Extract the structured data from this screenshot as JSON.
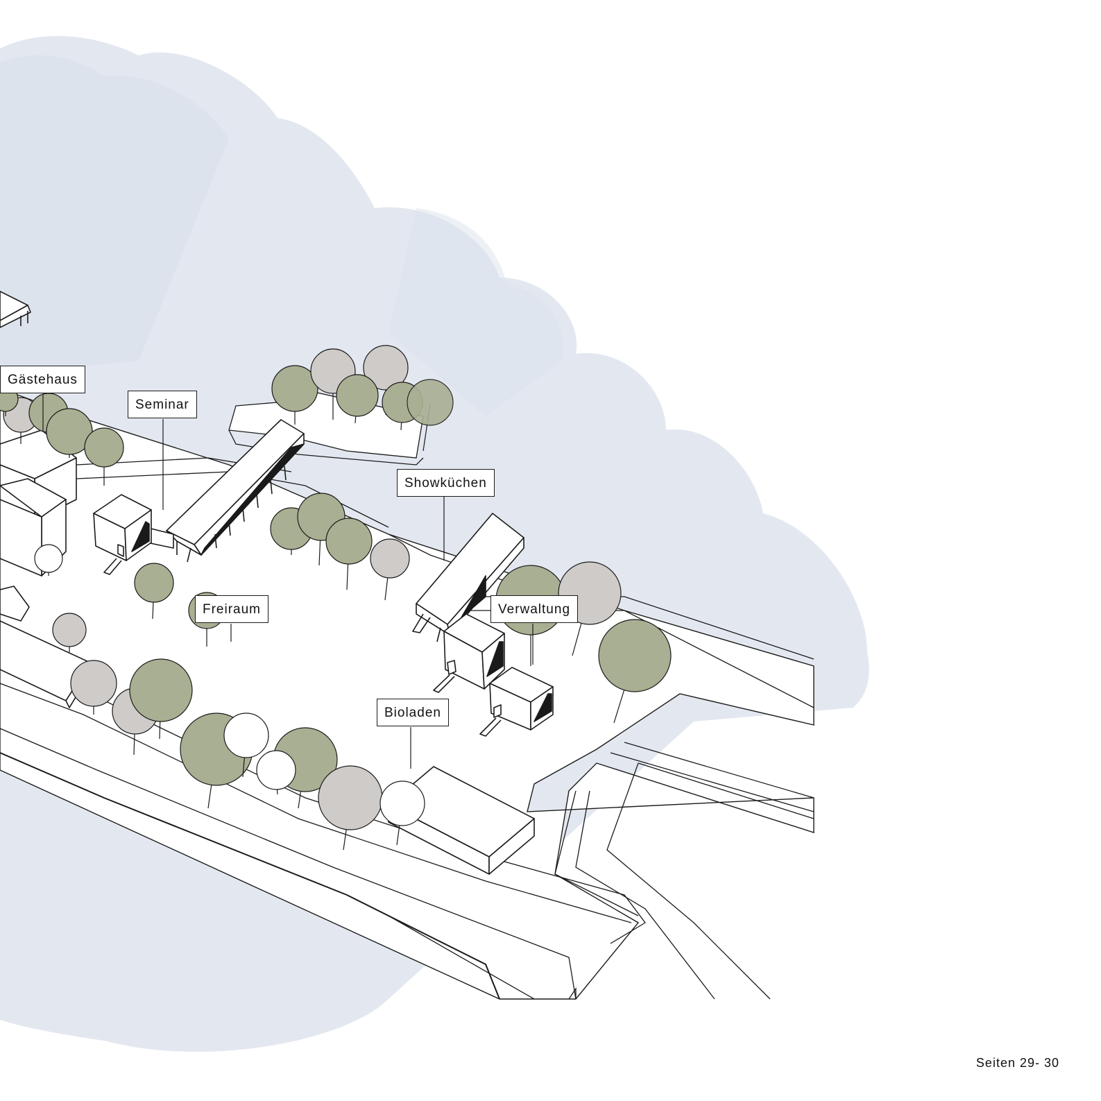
{
  "labels": {
    "gaestehaus": "Gästehaus",
    "seminar": "Seminar",
    "showkuechen": "Showküchen",
    "freiraum": "Freiraum",
    "verwaltung": "Verwaltung",
    "bioladen": "Bioladen"
  },
  "page_number": "Seiten 29- 30",
  "colors": {
    "background_wash": "#e3e8f0",
    "tree_green": "#a9af92",
    "tree_grey": "#cfcbc9",
    "line": "#1a1a1a"
  }
}
